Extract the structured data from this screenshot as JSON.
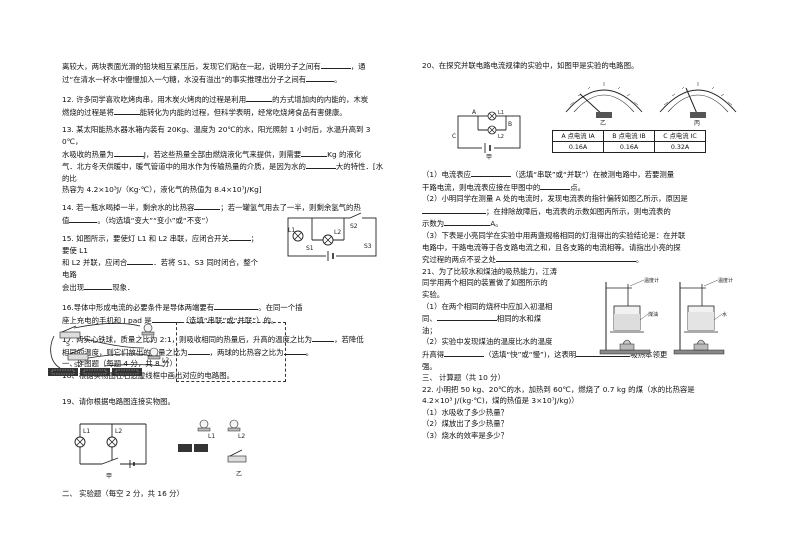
{
  "left": {
    "q11_l1": "离较大，两块表面光滑的铅块相互紧压后，发现它们粘在一起，说明分子之间有",
    "q11_l1b": "，通",
    "q11_l2": "过“在清水一杯水中慢慢加入一勺糖，水没有溢出”的事实推理出分子之间有",
    "q11_l2b": "。",
    "q12_l1": "12. 许多同学喜欢吃烤肉串，用木炭火烤肉的过程是利用",
    "q12_l1b": "的方式增加肉的内能的，木炭",
    "q12_l2": "燃烧的过程是将",
    "q12_l2b": "能转化为内能的过程，但科学表明，经常吃烧烤食品有害健康。",
    "q13_l1": "13. 某太阳能热水器水箱内装有 20Kg、温度为 20℃的水，阳光照射 1 小时后，水温升高到 30℃，",
    "q13_l2": "水吸收的热量为",
    "q13_l2b": "J，若这些热量全部由燃烧液化气来提供，则需要",
    "q13_l2c": "Kg 的液化",
    "q13_l3": "气．北方冬天供暖中，暖气管道中的用水作为传输热量的介质，是因为水的",
    "q13_l3b": "大的特性．[水的比",
    "q13_l4": "热容为 4.2×10³J/（Kg·℃），液化气的热值为 8.4×10⁷J/Kg]",
    "q14_l1": "14. 若一瓶水喝掉一半，剩余水的比热容",
    "q14_l1b": "；若一罐氢气用去了一半，则剩余氢气的热",
    "q14_l2": "值",
    "q14_l2b": "。（均选填“变大”“变小”或“不变”）",
    "q15_l1": "15. 如图所示，要使灯 L1 和 L2 串联，应闭合开关",
    "q15_l1b": "；要使 L1",
    "q15_l2": "和 L2 并联，应闭合",
    "q15_l2b": "．若将 S1、S3 同时闭合，整个电路",
    "q15_l3": "会出现",
    "q15_l3b": "现象．",
    "q16_l1": "16.导体中形成电流的必要条件是导体两端要有",
    "q16_l1b": "。在同一个插",
    "q16_l2": "座上充电的手机和 I pad 是",
    "q16_l2b": "（选填“串联”或“并联”）的。",
    "q17_l1": "17. 两实心铁球，质量之比为 2:1，则吸收相同的热量后，升高的温度之比为",
    "q17_l1b": "，若降低",
    "q17_l2": "相同的温度，则它们放出的热量之比为",
    "q17_l2b": "，两球的比热容之比为",
    "q17_l2c": "。",
    "sec1": "一、作图题（每题 4 分，共 8 分）",
    "q18": "18、根据实物图在右边虚线框中画出对应的电路图。",
    "q19": "19、请你根据电路图连接实物图。",
    "sec2": "二、    实验题（每空 2 分，共 16 分）",
    "fig15_labels": [
      "S1",
      "L1",
      "L2",
      "S2",
      "S3"
    ],
    "fig18_labels": [
      "S",
      "L1",
      "S2",
      "L2"
    ],
    "fig19_labels": [
      "L1",
      "L2",
      "甲",
      "乙",
      "L1",
      "L2"
    ]
  },
  "right": {
    "q20_title": "20、在探究并联电路电流规律的实验中，如图甲是实验的电路图。",
    "fig20_labels": [
      "A",
      "B",
      "C",
      "L1",
      "L2",
      "甲",
      "乙",
      "丙"
    ],
    "table": {
      "headers": [
        "A 点电流 IA",
        "B 点电流 IB",
        "C 点电流 IC"
      ],
      "values": [
        "0.16A",
        "0.16A",
        "0.32A"
      ]
    },
    "q20_1_l1": "（1）电流表应",
    "q20_1_l1b": "（选填“串联”或“并联”）在被测电路中，若要测量",
    "q20_1_l2": "干路电流，则电流表应接在甲图中的",
    "q20_1_l2b": "点。",
    "q20_2_l1": "（2）小明同学在测量 A 处的电流时，发现电流表的指针偏转如图乙所示，原因是",
    "q20_2_l2b": "；在排除故障后，电流表的示数如图丙所示，则电流表的",
    "q20_2_l3": "示数为",
    "q20_2_l3b": "A。",
    "q20_3_l1": "（3）下表是小亮同学在实验中用两盏规格相同的灯泡得出的实验结论是：在并联",
    "q20_3_l2": "电路中，干路电流等于各支路电流之和，且各支路的电流相等。请指出小亮的探",
    "q20_3_l3": "究过程的两点不妥之处",
    "q20_3_l3b": "。",
    "q21_l1": "21、为了比较水和煤油的吸热能力，江涛",
    "q21_l2": "同学用两个相同的装置做了如图所示的",
    "q21_l3": "实验。",
    "q21_1_l1": "（1）在两个相同的烧杯中应加入初温相",
    "q21_1_l2": "同、",
    "q21_1_l2b": "相同的水和煤",
    "q21_1_l3": "油；",
    "q21_2_l1": "（2）实验中发现煤油的温度比水的温度",
    "q21_2_l2": "升高得",
    "q21_2_l2b": "（选填“快”或“慢”)，这表明",
    "q21_2_l2c": "吸热本领更",
    "q21_2_l3": "强。",
    "fig21_labels": [
      "温度计",
      "煤油",
      "温度计",
      "水"
    ],
    "sec3": "三、 计算题（共 10 分）",
    "q22_l1": "22. 小明把 50 kg、20℃的水，加热到 60℃，燃烧了 0.7 kg 的煤（水的比热容是",
    "q22_l2": "4.2×10³ J/(kg·℃)，煤的热值是 3×10⁷J/kg)）",
    "q22_a": "（1）水吸收了多少热量？",
    "q22_b": "（2）煤放出了多少热量？",
    "q22_c": "（3）烧水的效率是多少？"
  }
}
